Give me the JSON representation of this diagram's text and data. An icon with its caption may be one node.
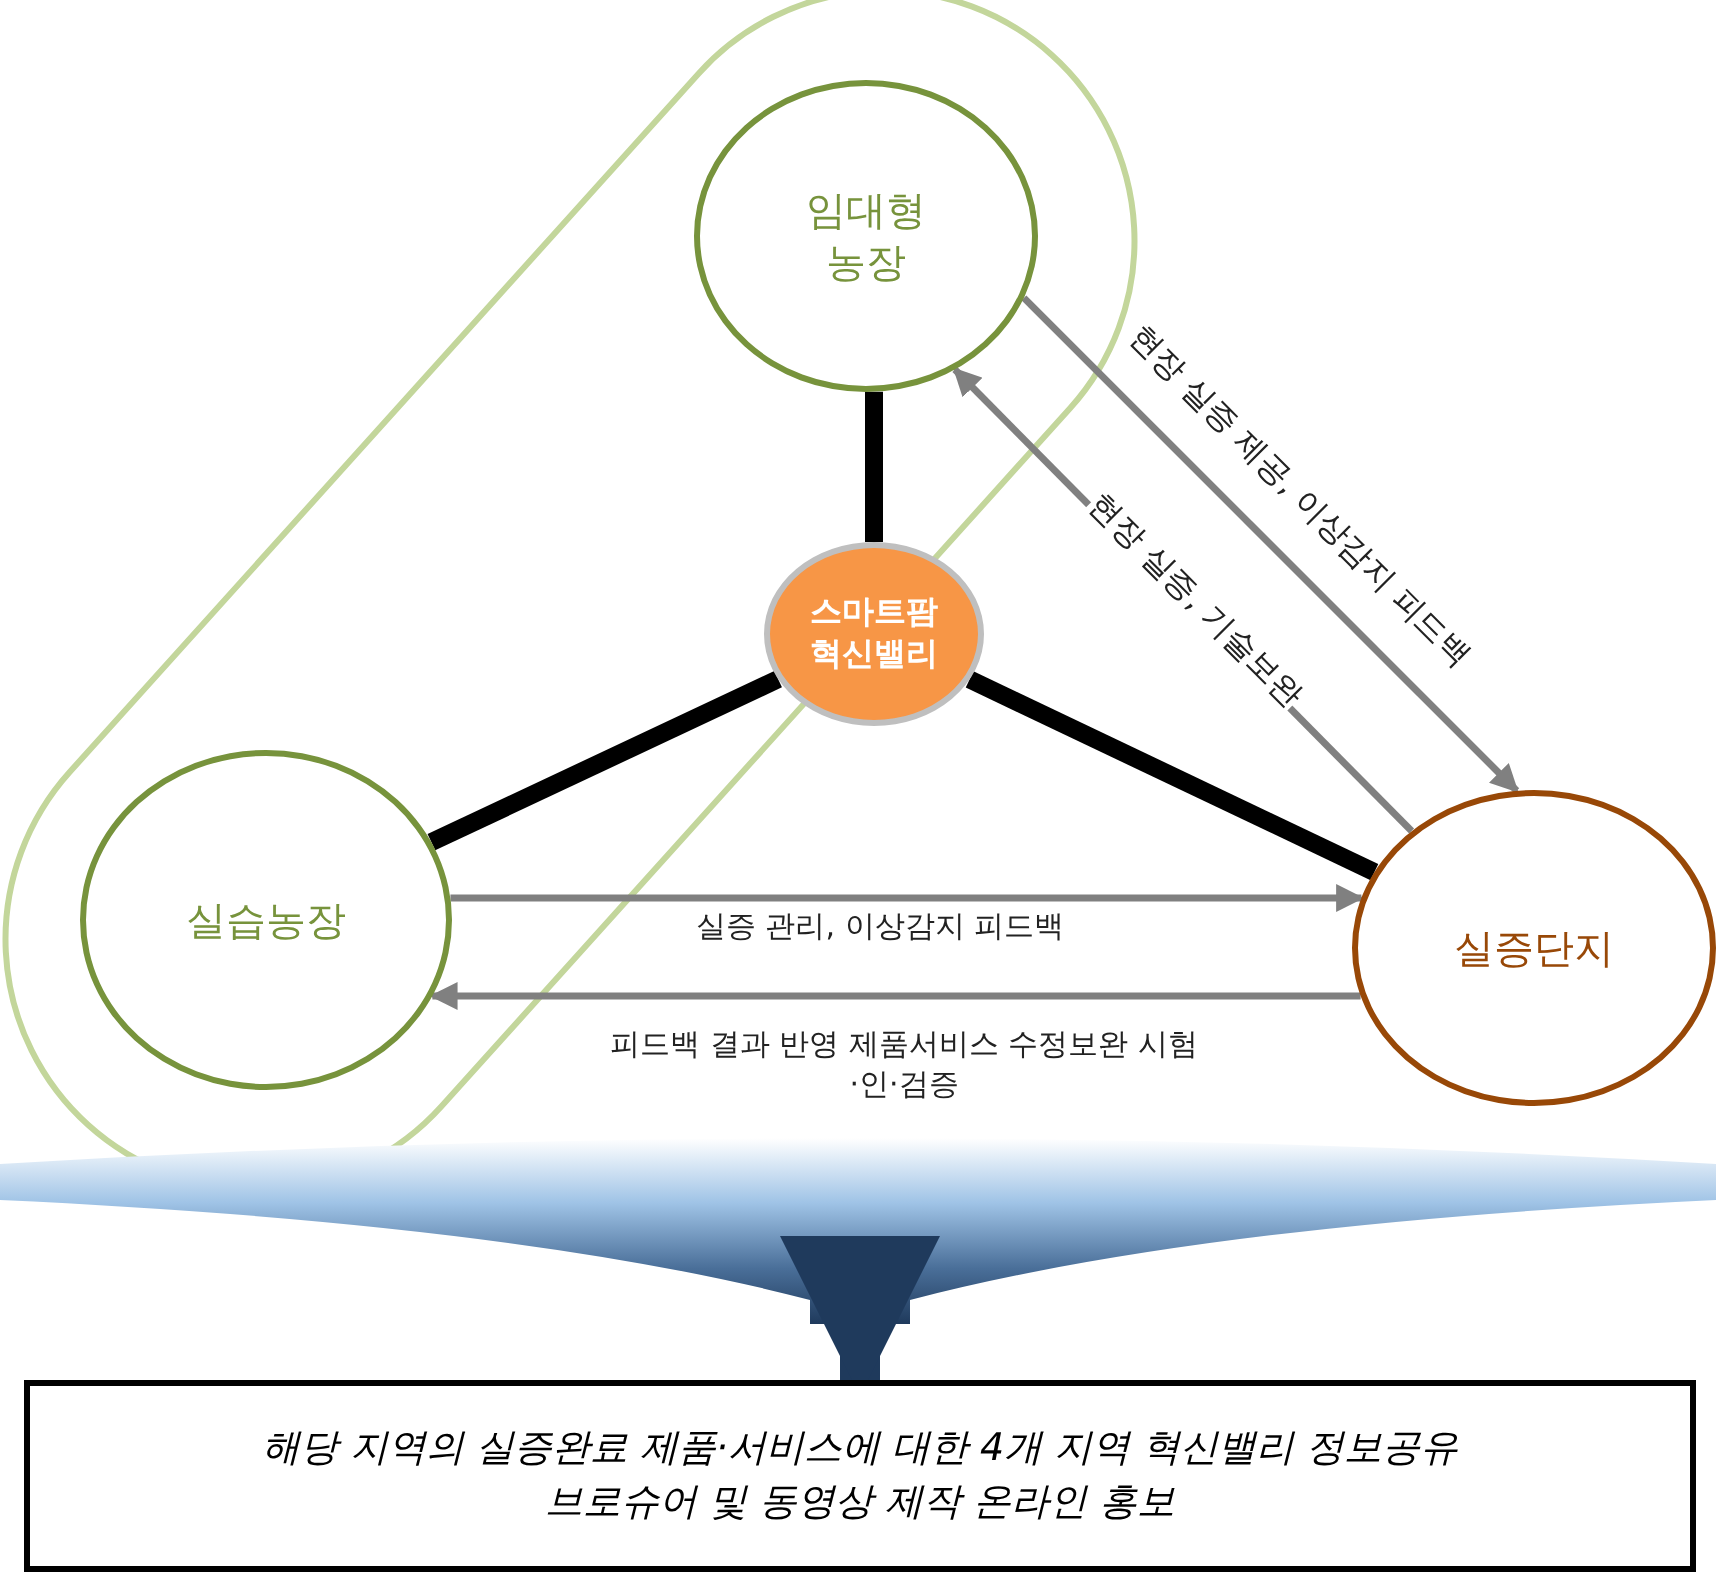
{
  "diagram": {
    "nodes": [
      {
        "text": [
          "임대형 농장"
        ]
      },
      {
        "text": [
          "스마트팜 혁신밸리"
        ]
      },
      {
        "text": [
          "실습농장"
        ]
      },
      {
        "text": [
          "실증단지"
        ]
      },
      {
        "text": [],
        "shape": "funnel"
      },
      {
        "text": [
          "해당 지역의 실증완료 제품·서비스에 대한 4개 지역 혁신밸리 정보공유 브로슈어 및 동영상 제작 온라인 홍보"
        ]
      }
    ],
    "edges": [
      {
        "from": 0,
        "to": 1,
        "arrow": "none",
        "style": "thick",
        "color": "#000000"
      },
      {
        "from": 2,
        "to": 1,
        "arrow": "none",
        "style": "thick",
        "color": "#000000"
      },
      {
        "from": 3,
        "to": 1,
        "arrow": "none",
        "style": "thick",
        "color": "#000000"
      },
      {
        "from": 0,
        "to": 3,
        "arrow": "to",
        "label": "현장 실증 제공, 이상감지 피드백"
      },
      {
        "from": 3,
        "to": 0,
        "arrow": "to",
        "label": "현장 실증, 기술보완"
      },
      {
        "from": 2,
        "to": 3,
        "arrow": "to",
        "label": "실증 관리, 이상감지 피드백"
      },
      {
        "from": 3,
        "to": 2,
        "arrow": "to",
        "label": "피드백 결과 반영 제품서비스 수정보완 시험·인·검증"
      },
      {
        "from": 4,
        "to": 5,
        "arrow": "to",
        "style": "thick",
        "color": "#1f3a5c"
      }
    ]
  }
}
